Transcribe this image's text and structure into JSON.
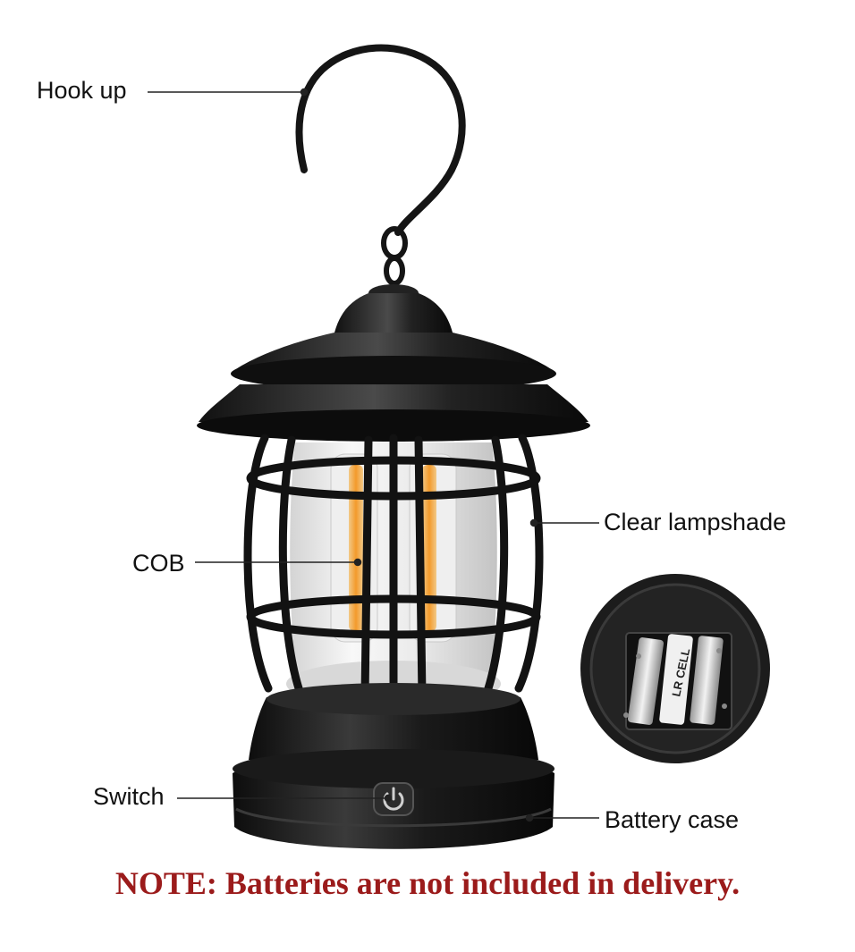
{
  "labels": {
    "hook": "Hook up",
    "lampshade": "Clear lampshade",
    "cob": "COB",
    "switch": "Switch",
    "battery_case": "Battery case"
  },
  "note": "NOTE: Batteries are not included in delivery.",
  "battery_brand": "LR CELL",
  "colors": {
    "lantern_body": "#1c1c1c",
    "cob_glow": "#f4a53c",
    "note_text": "#9b1b1b",
    "label_text": "#111111"
  }
}
